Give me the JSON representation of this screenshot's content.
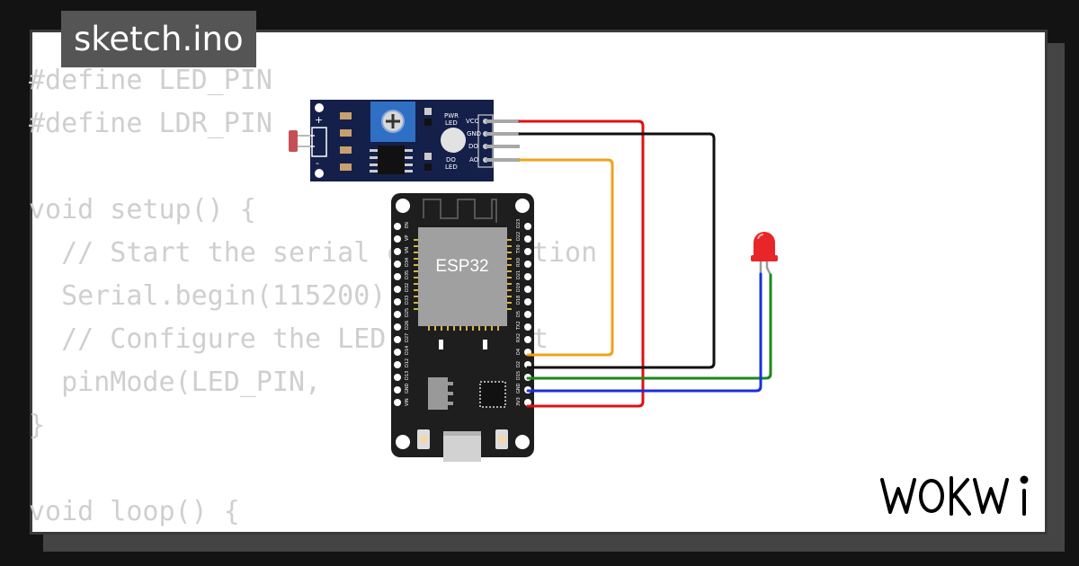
{
  "file_tab": {
    "filename": "sketch.ino"
  },
  "code": {
    "lines": [
      "#define LED_PIN",
      "#define LDR_PIN",
      "",
      "void setup() {",
      "  // Start the serial communication",
      "  Serial.begin(115200);",
      "  // Configure the LED as output",
      "  pinMode(LED_PIN,",
      "}",
      "",
      "void loop() {"
    ]
  },
  "ldr_module": {
    "pins": [
      "VCC",
      "GND",
      "DO",
      "AO"
    ],
    "led_labels": [
      "PWR",
      "LED",
      "DO",
      "LED"
    ],
    "plus_label": "+",
    "minus_label": "-"
  },
  "esp32": {
    "chip_label": "ESP32",
    "left_pins": [
      "EN",
      "VP",
      "VN",
      "D34",
      "D35",
      "D32",
      "D33",
      "D25",
      "D26",
      "D27",
      "D14",
      "D12",
      "D13",
      "GND",
      "VIN"
    ],
    "right_pins": [
      "D23",
      "D22",
      "TX0",
      "RX0",
      "D21",
      "D19",
      "D18",
      "D5",
      "TX2",
      "RX2",
      "D4",
      "D2",
      "D15",
      "GND",
      "3V3"
    ]
  },
  "wires": {
    "vcc_color": "#e01010",
    "gnd_color": "#111111",
    "ao_color": "#f0a21a",
    "led_anode_color": "#1a8a1a",
    "led_cathode_color": "#1a2fe0"
  },
  "led": {
    "color": "#e8262a"
  },
  "brand": {
    "name": "WOKWI"
  }
}
